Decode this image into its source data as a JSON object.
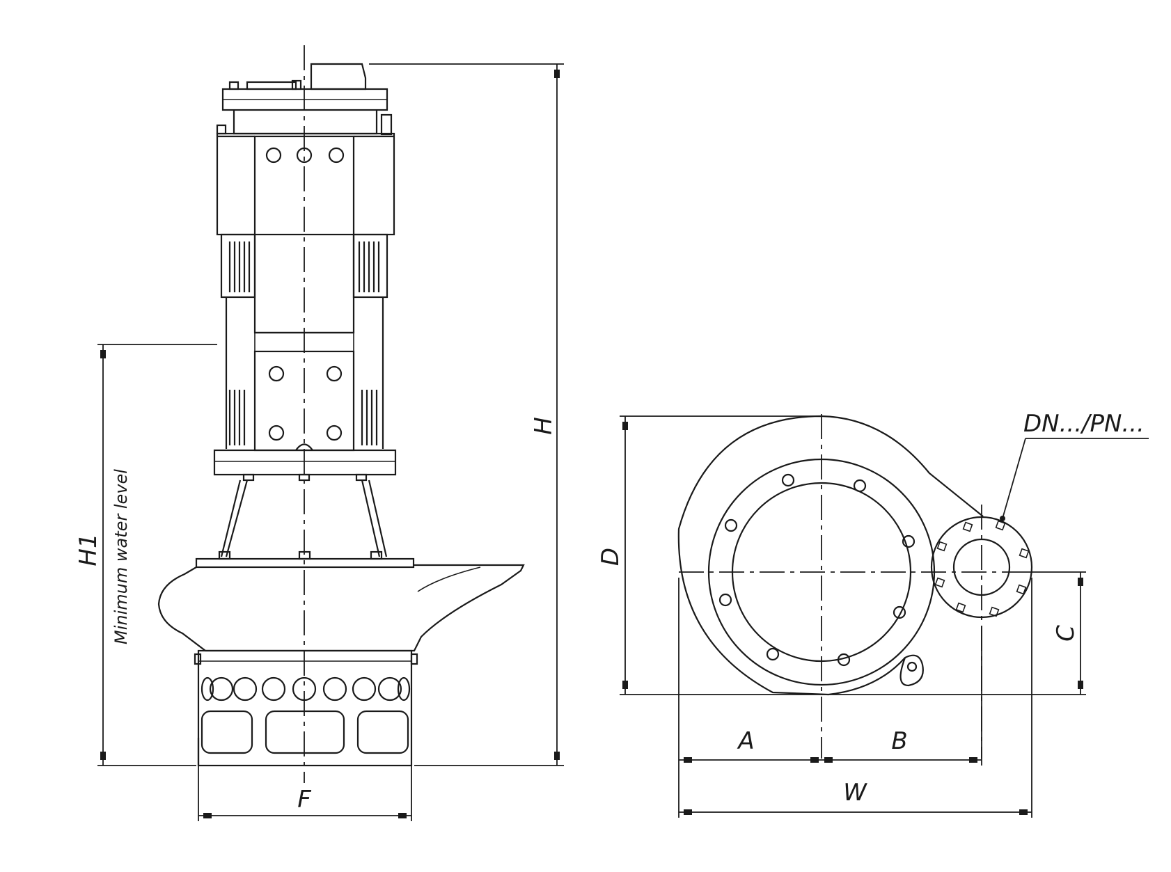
{
  "labels": {
    "H": "H",
    "H1": "H1",
    "min_water": "Minimum water level",
    "F": "F",
    "D": "D",
    "DN_PN": "DN.../PN...",
    "C": "C",
    "A": "A",
    "B": "B",
    "W": "W"
  },
  "colors": {
    "line": "#1a1a1a",
    "background": "#ffffff"
  }
}
